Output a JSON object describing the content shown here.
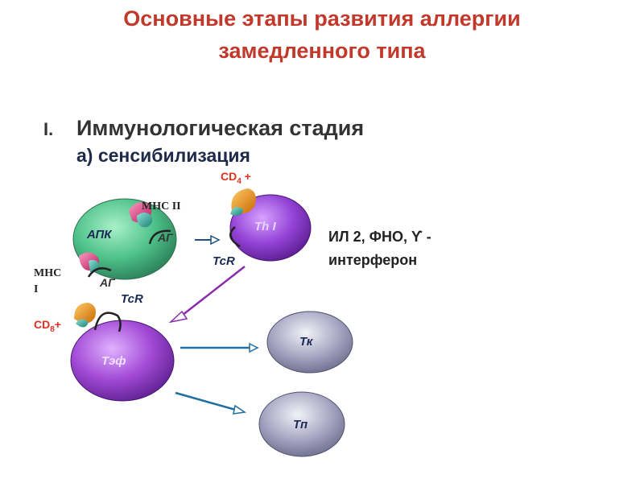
{
  "title": {
    "line1": "Основные этапы развития аллергии",
    "line2": "замедленного типа"
  },
  "section": {
    "number": "I.",
    "heading": "Иммунологическая стадия",
    "subheading": "а) сенсибилизация"
  },
  "diagram": {
    "apc_label": "АПК",
    "mhc2_label": "MHC II",
    "ag_label_top": "АГ",
    "cd4_label": "CD",
    "cd4_sub": "4",
    "cd4_plus": " +",
    "th1_label": "Th I",
    "tcr_label_top": "TcR",
    "cytokines_line1": "ИЛ 2, ФНО, ϒ -",
    "cytokines_line2": "интерферон",
    "mhc1_label_line1": "MHC",
    "mhc1_label_line2": "I",
    "ag_label_bottom": "АГ",
    "tcr_label_bottom": "TcR",
    "cd8_label": "CD",
    "cd8_sub": "8",
    "cd8_plus": "+",
    "teff_label": "Тэф",
    "tk_label": "Тк",
    "tp_label": "Тп"
  },
  "colors": {
    "title": "#c0392b",
    "accent_red": "#e0301e",
    "apc": "#4fc28a",
    "th1": "#8e3fd0",
    "teff": "#9a44cc",
    "tk_tp": "#8c8cb0",
    "arrow_blue": "#1f6f9f",
    "arrow_purple": "#8a2bb0",
    "receptor_orange": "#e58a17",
    "receptor_teal": "#2ba69a",
    "mhc_pink": "#e84a86"
  }
}
